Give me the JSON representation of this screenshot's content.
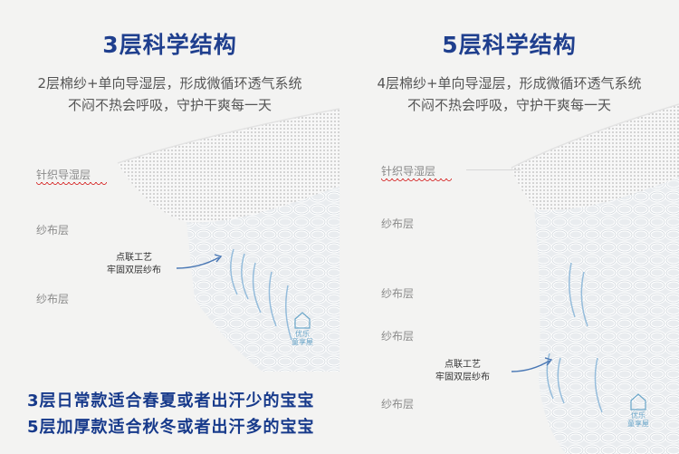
{
  "left": {
    "title": "3层科学结构",
    "desc_line1": "2层棉纱+单向导湿层，形成微循环透气系统",
    "desc_line2": "不闷不热会呼吸，守护干爽每一天",
    "layers": [
      "针织导湿层",
      "纱布层",
      "纱布层"
    ],
    "note_line1": "点联工艺",
    "note_line2": "牢固双层纱布",
    "logo_line1": "优乐",
    "logo_line2": "童享屋"
  },
  "right": {
    "title": "5层科学结构",
    "desc_line1": "4层棉纱+单向导湿层，形成微循环透气系统",
    "desc_line2": "不闷不热会呼吸，守护干爽每一天",
    "layers": [
      "针织导湿层",
      "纱布层",
      "纱布层",
      "纱布层",
      "纱布层"
    ],
    "note_line1": "点联工艺",
    "note_line2": "牢固双层纱布",
    "logo_line1": "优乐",
    "logo_line2": "童享屋"
  },
  "footer": {
    "line1": "3层日常款适合春夏或者出汗少的宝宝",
    "line2": "5层加厚款适合秋冬或者出汗多的宝宝"
  },
  "colors": {
    "title": "#1f3f8e",
    "footer_text": "#173a8b",
    "wavy_underline": "#d94040",
    "thread_accent": "#7fb0d6"
  },
  "icons": [
    "house-logo-icon",
    "curved-arrow-icon"
  ]
}
